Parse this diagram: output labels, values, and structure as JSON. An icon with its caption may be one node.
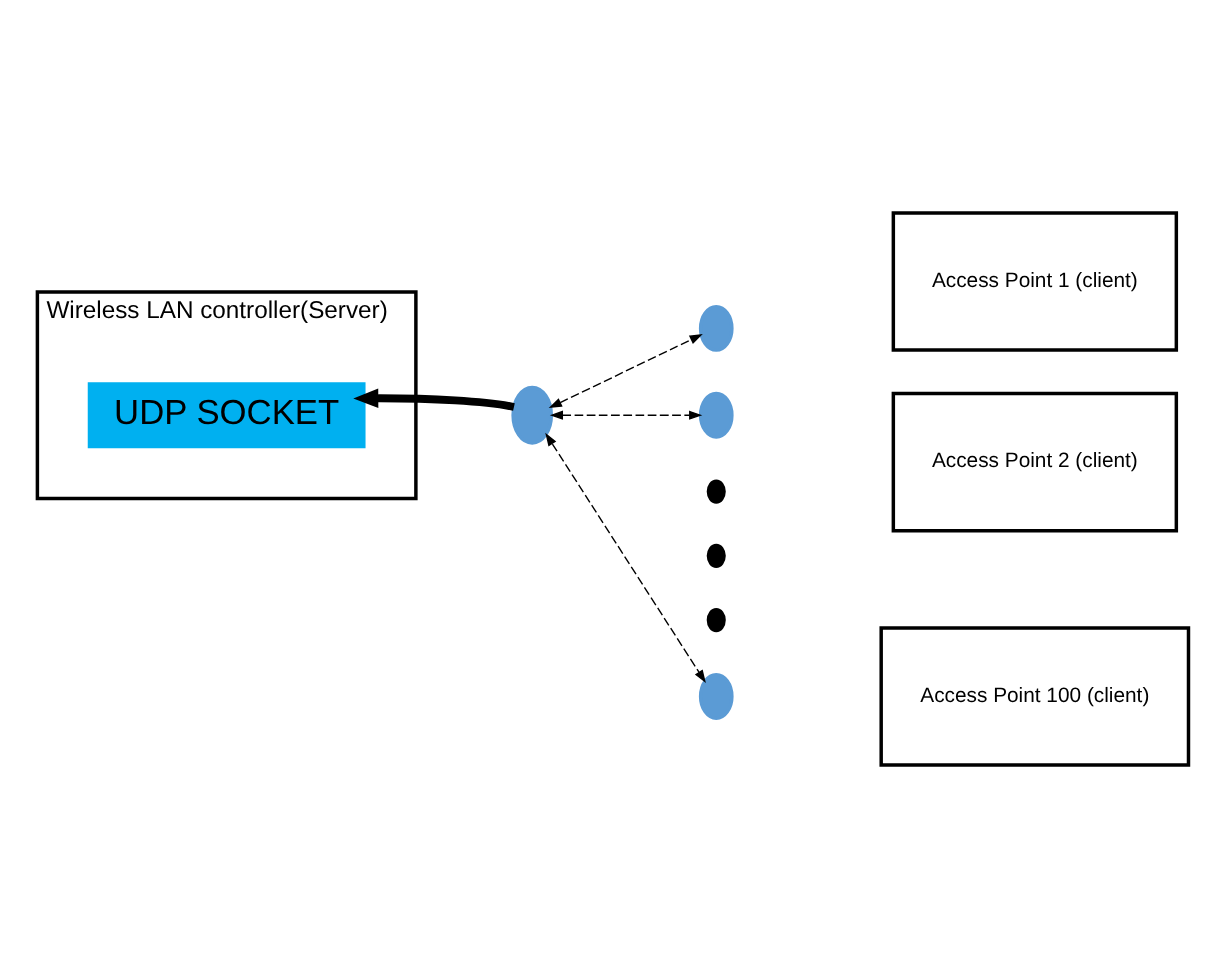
{
  "diagram": {
    "nodes": [
      {
        "text": [
          "Wireless LAN controller(Server)"
        ]
      },
      {
        "text": [
          "UDP SOCKET"
        ],
        "in": 0
      },
      {
        "text": [],
        "shape": "circle"
      },
      {
        "text": [
          "Access Point 1 (client)"
        ]
      },
      {
        "text": [],
        "shape": "circle"
      },
      {
        "text": [
          "Access Point 2 (client)"
        ]
      },
      {
        "text": [],
        "shape": "circle"
      },
      {
        "text": [],
        "shape": "circle"
      },
      {
        "text": [],
        "shape": "circle"
      },
      {
        "text": [],
        "shape": "circle"
      },
      {
        "text": [
          "Access Point 100 (client)"
        ]
      },
      {
        "text": [],
        "shape": "circle"
      }
    ],
    "edges": [
      {
        "from": 2,
        "to": 1,
        "arrow": "to",
        "style": "thick"
      },
      {
        "from": 2,
        "to": 4,
        "arrow": "both",
        "style": "dashed"
      },
      {
        "from": 2,
        "to": 6,
        "arrow": "both",
        "style": "dashed"
      },
      {
        "from": 2,
        "to": 11,
        "arrow": "both",
        "style": "dashed"
      }
    ]
  }
}
